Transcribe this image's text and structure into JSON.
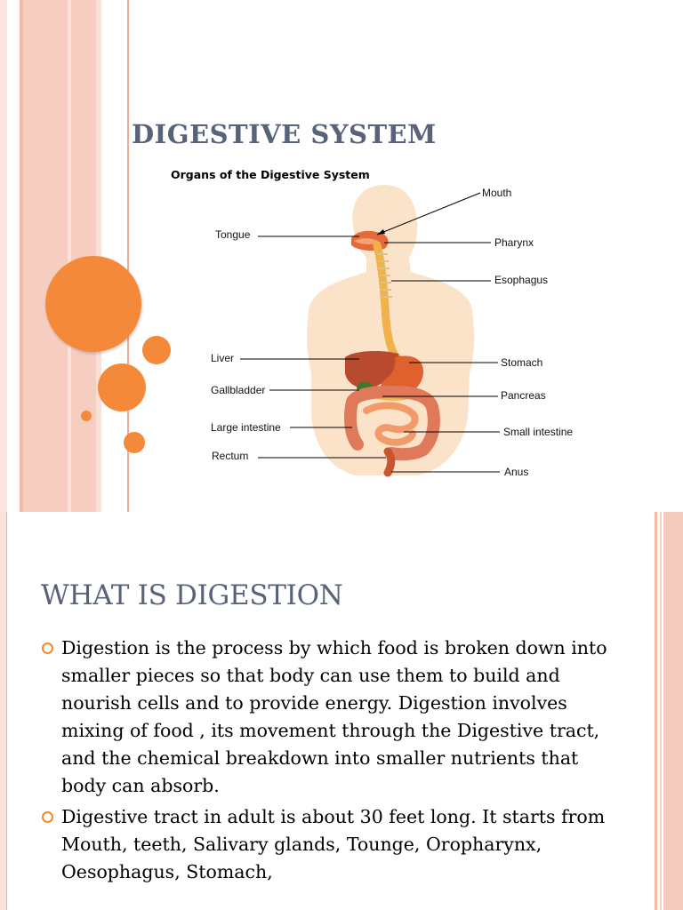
{
  "slides": [
    {
      "title": "DIGESTIVE SYSTEM",
      "figure": {
        "title": "Organs of the Digestive System",
        "labels": {
          "mouth": "Mouth",
          "tongue": "Tongue",
          "pharynx": "Pharynx",
          "esophagus": "Esophagus",
          "liver": "Liver",
          "stomach": "Stomach",
          "gallbladder": "Gallbladder",
          "pancreas": "Pancreas",
          "large_intestine": "Large intestine",
          "small_intestine": "Small intestine",
          "rectum": "Rectum",
          "anus": "Anus"
        }
      }
    },
    {
      "title": "WHAT IS DIGESTION",
      "bullets": [
        "Digestion is the process by which food is broken down into smaller pieces so that body can use them to build and nourish cells and to provide energy. Digestion involves mixing of food , its movement through the Digestive tract, and the chemical breakdown into smaller nutrients that body can absorb.",
        "Digestive tract in adult is about 30 feet long. It starts from Mouth, teeth, Salivary glands, Tounge, Oropharynx, Oesophagus, Stomach,"
      ]
    }
  ],
  "colors": {
    "accent_orange": "#f5893a",
    "title_slate": "#58637a",
    "stripe_pink": "#f7c9bd"
  }
}
